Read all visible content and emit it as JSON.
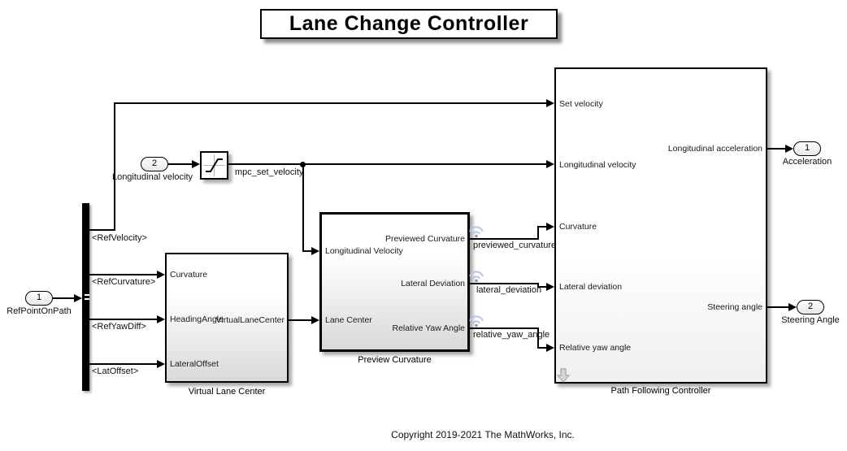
{
  "diagram": {
    "title": "Lane Change Controller",
    "copyright": "Copyright 2019-2021 The MathWorks, Inc."
  },
  "inports": [
    {
      "num": "1",
      "label": "RefPointOnPath"
    },
    {
      "num": "2",
      "label": "Longitudinal velocity"
    }
  ],
  "outports": [
    {
      "num": "1",
      "label": "Acceleration"
    },
    {
      "num": "2",
      "label": "Steering Angle"
    }
  ],
  "bus": {
    "signals": [
      "<RefVelocity>",
      "<RefCurvature>",
      "<RefYawDiff>",
      "<LatOffset>"
    ]
  },
  "signals": {
    "mpc_set_velocity": "mpc_set_velocity",
    "previewed_curvature": "previewed_curvature",
    "lateral_deviation": "lateral_deviation",
    "relative_yaw_angle": "relative_yaw_angle"
  },
  "blocks": {
    "virtual_lane_center": {
      "name": "Virtual Lane Center",
      "in": [
        "Curvature",
        "HeadingAngle",
        "LateralOffset"
      ],
      "out": [
        "VirtualLaneCenter"
      ]
    },
    "preview_curvature": {
      "name": "Preview Curvature",
      "in": [
        "Longitudinal Velocity",
        "Lane Center"
      ],
      "out": [
        "Previewed Curvature",
        "Lateral Deviation",
        "Relative Yaw Angle"
      ]
    },
    "path_following_controller": {
      "name": "Path Following Controller",
      "in": [
        "Set velocity",
        "Longitudinal velocity",
        "Curvature",
        "Lateral deviation",
        "Relative yaw angle"
      ],
      "out": [
        "Longitudinal acceleration",
        "Steering angle"
      ]
    }
  },
  "colors": {
    "wire": "#000000",
    "wifi_arc": "#b3c9e6",
    "wifi_dot": "#6f9fd0",
    "block_gradient_bottom": "#d9d9d9"
  }
}
